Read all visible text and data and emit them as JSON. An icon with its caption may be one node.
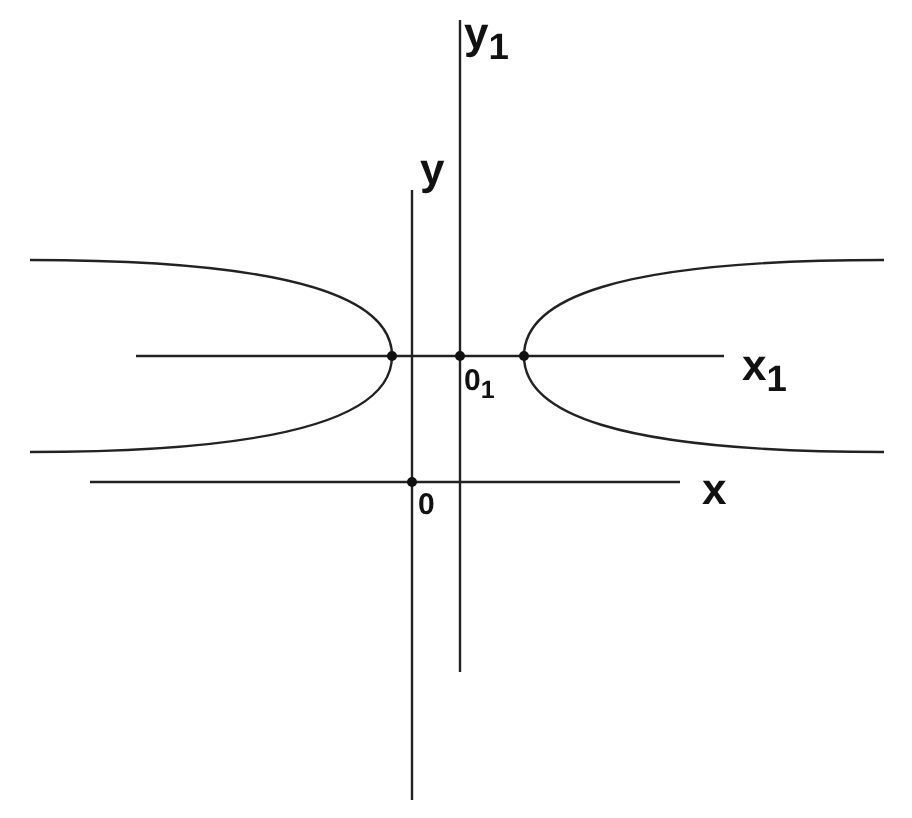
{
  "diagram": {
    "labels": [
      "y$_{1}$",
      "y",
      "0$_{1}$",
      "x$_{1}$",
      "0",
      "x"
    ]
  }
}
